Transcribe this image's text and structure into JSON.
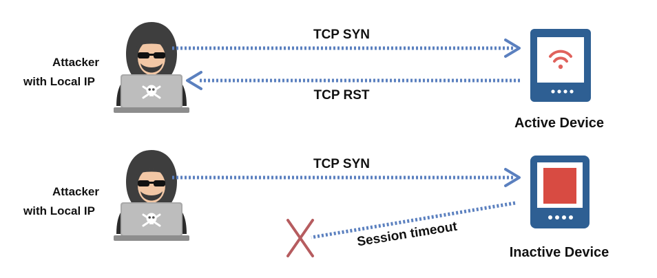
{
  "scenario_active": {
    "attacker_label_line1": "Attacker",
    "attacker_label_line2": "with Local IP",
    "request_label": "TCP SYN",
    "response_label": "TCP RST",
    "device_label": "Active Device"
  },
  "scenario_inactive": {
    "attacker_label_line1": "Attacker",
    "attacker_label_line2": "with Local IP",
    "request_label": "TCP SYN",
    "response_label": "Session timeout",
    "device_label": "Inactive Device"
  },
  "colors": {
    "arrow": "#5b80bf",
    "device_frame": "#2e5f93",
    "device_screen_active": "#ffffff",
    "wifi": "#e0625c",
    "device_screen_inactive": "#d84b42",
    "cross": "#b65c5f",
    "hood": "#3e3e3e",
    "laptop": "#a9a9a9"
  },
  "icons": {
    "attacker": "hooded-hacker-with-laptop-icon",
    "active_device": "tablet-with-wifi-icon",
    "inactive_device": "tablet-red-screen-icon",
    "timeout": "red-cross-icon",
    "laptop_logo": "skull-crossbones-icon"
  }
}
